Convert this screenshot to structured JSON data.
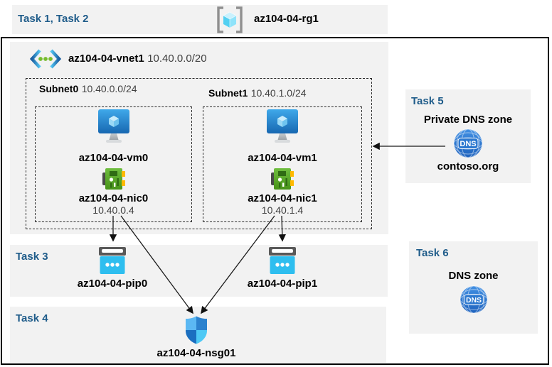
{
  "colors": {
    "accent_blue": "#1F5C8A",
    "panel_bg": "#F2F2F2",
    "text_dark": "#000000",
    "text_muted": "#404040",
    "arrow": "#1A1A1A",
    "azure_vm_blue": "#1E7FD0",
    "nic_green": "#5CB52E",
    "pip_cyan": "#2EBEEF",
    "nsg_blue": "#2F8BD6",
    "dns_blue": "#2E7CD4"
  },
  "header": {
    "task_label": "Task 1, Task 2",
    "resource_group": "az104-04-rg1"
  },
  "vnet": {
    "name": "az104-04-vnet1",
    "cidr": "10.40.0.0/20",
    "subnets": [
      {
        "name": "Subnet0",
        "cidr": "10.40.0.0/24",
        "vm": "az104-04-vm0",
        "nic": "az104-04-nic0",
        "ip": "10.40.0.4"
      },
      {
        "name": "Subnet1",
        "cidr": "10.40.1.0/24",
        "vm": "az104-04-vm1",
        "nic": "az104-04-nic1",
        "ip": "10.40.1.4"
      }
    ]
  },
  "task3": {
    "label": "Task 3",
    "pip0": "az104-04-pip0",
    "pip1": "az104-04-pip1"
  },
  "task4": {
    "label": "Task 4",
    "nsg": "az104-04-nsg01"
  },
  "task5": {
    "label": "Task 5",
    "title": "Private DNS zone",
    "zone": "contoso.org",
    "icon_text": "DNS"
  },
  "task6": {
    "label": "Task 6",
    "title": "DNS zone",
    "icon_text": "DNS"
  }
}
